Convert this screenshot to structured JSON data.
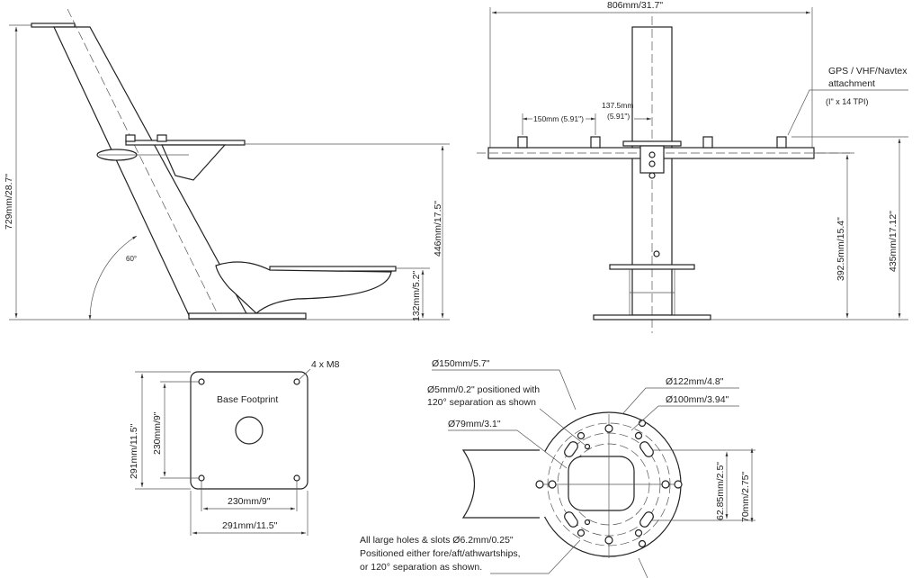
{
  "side_view": {
    "height_total": "729mm/28.7\"",
    "height_radar_plate": "446mm/17.5\"",
    "height_lower_plate": "132mm/5.2\"",
    "angle": "60°"
  },
  "front_view": {
    "width_total": "806mm/31.7\"",
    "spacing_outer": "150mm (5.91\")",
    "spacing_inner_mm": "137.5mm",
    "spacing_inner_in": "(5.91\")",
    "attachment_label_line1": "GPS / VHF/Navtex",
    "attachment_label_line2": "attachment",
    "attachment_thread": "(I\" x 14 TPI)",
    "height_bar": "392.5mm/15.4\"",
    "height_mounts": "435mm/17.12\""
  },
  "base_footprint": {
    "title": "Base Footprint",
    "bolts": "4 x M8",
    "outer_height": "291mm/11.5\"",
    "inner_height": "230mm/9\"",
    "inner_width": "230mm/9\"",
    "outer_width": "291mm/11.5\""
  },
  "mount_plate": {
    "dia_outer": "Ø150mm/5.7\"",
    "small_holes_line1": "Ø5mm/0.2\" positioned with",
    "small_holes_line2": "120° separation as shown",
    "dia_122": "Ø122mm/4.8\"",
    "dia_100": "Ø100mm/3.94\"",
    "dia_79": "Ø79mm/3.1\"",
    "dim_62": "62.85mm/2.5\"",
    "dim_70": "70mm/2.75\"",
    "note_line1": "All large holes & slots Ø6.2mm/0.25\"",
    "note_line2": "Positioned either fore/aft/athwartships,",
    "note_line3": "or 120° separation as shown."
  }
}
